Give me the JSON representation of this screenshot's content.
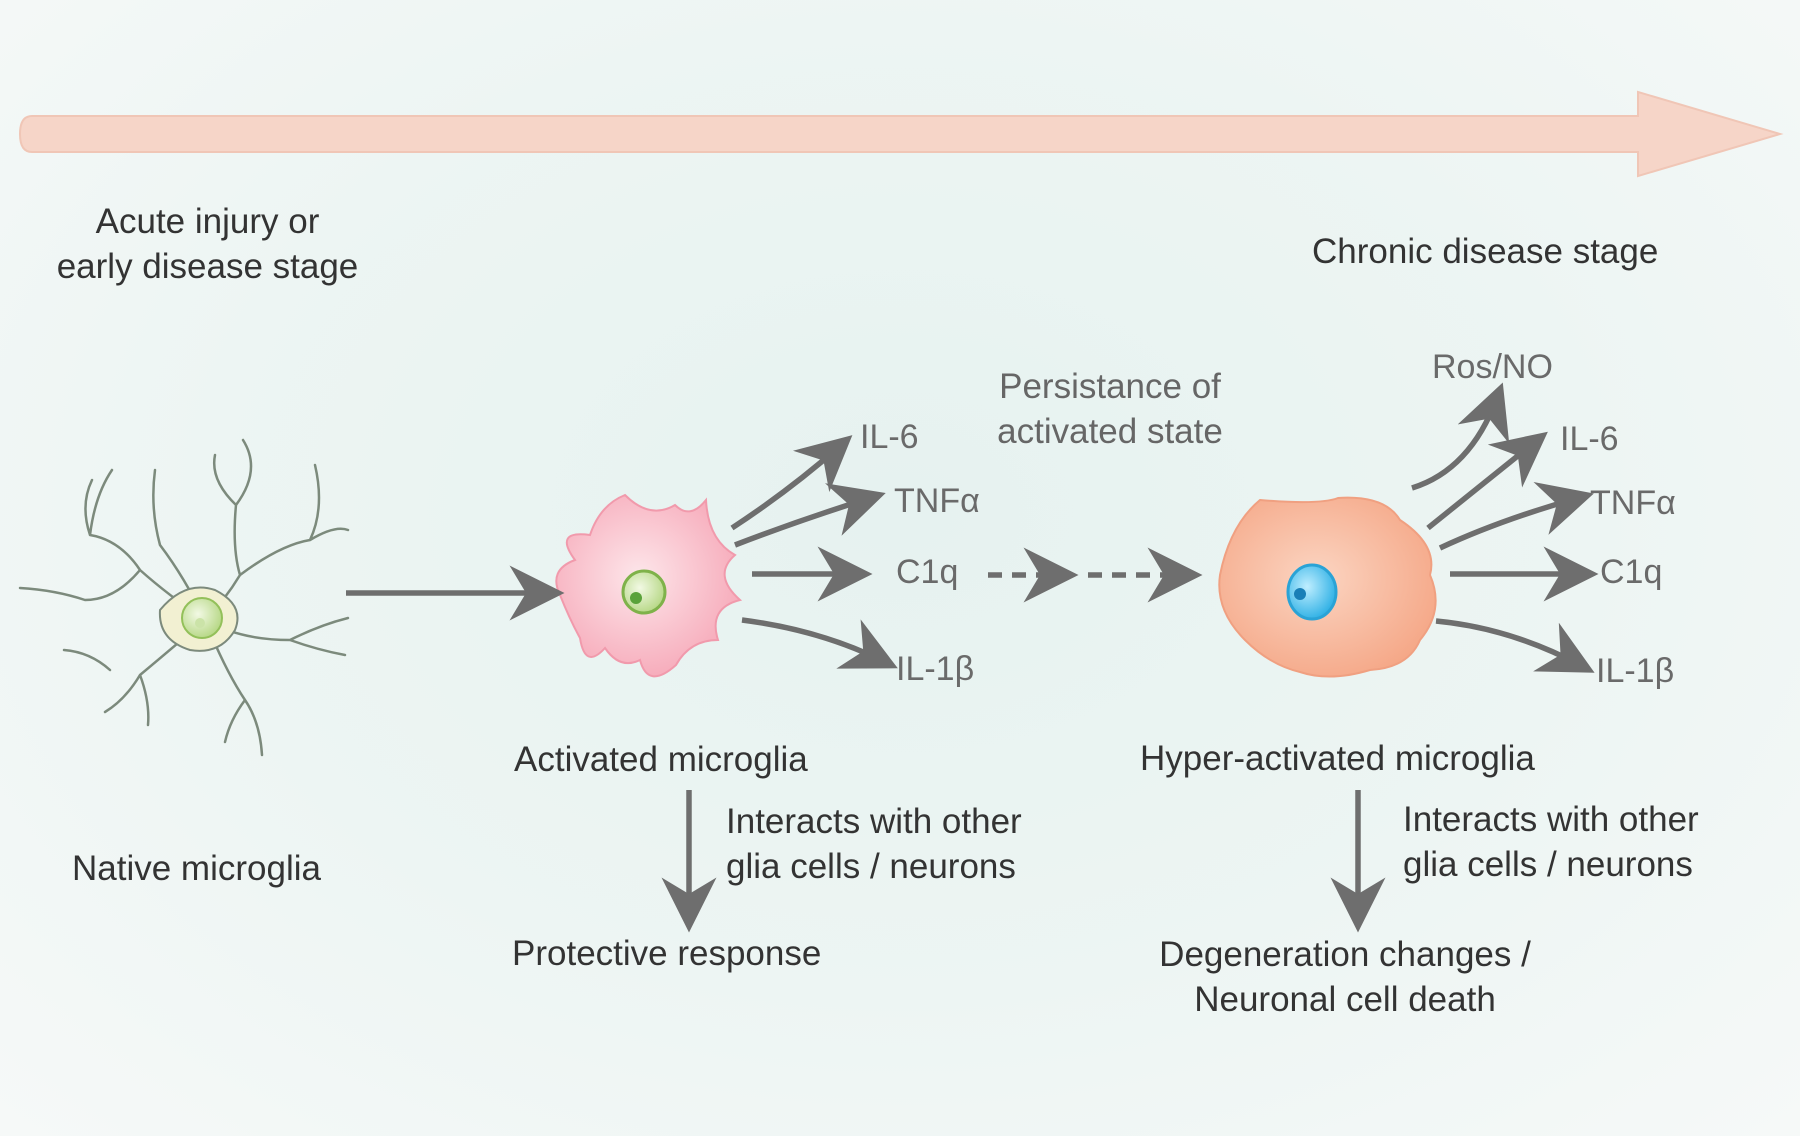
{
  "timeline": {
    "left_label_line1": "Acute injury or",
    "left_label_line2": "early disease stage",
    "right_label": "Chronic disease stage"
  },
  "native": {
    "label": "Native microglia"
  },
  "activated": {
    "label": "Activated microglia",
    "interaction_line1": "Interacts with other",
    "interaction_line2": "glia cells / neurons",
    "outcome": "Protective response",
    "cytokines": [
      "IL-6",
      "TNFα",
      "C1q",
      "IL-1β"
    ]
  },
  "persistence": {
    "line1": "Persistance of",
    "line2": "activated state"
  },
  "hyper": {
    "label": "Hyper-activated microglia",
    "interaction_line1": "Interacts with other",
    "interaction_line2": "glia cells / neurons",
    "outcome_line1": "Degeneration changes /",
    "outcome_line2": "Neuronal cell death",
    "cytokines": [
      "Ros/NO",
      "IL-6",
      "TNFα",
      "C1q",
      "IL-1β"
    ]
  },
  "colors": {
    "timeline_arrow": "#f6d5c8",
    "arrow": "#6e6e6e",
    "native_cell": "#7c8a7c",
    "native_nucleus": "#b9d98a",
    "activated_cell": "#f7b6c3",
    "hyper_cell": "#f7b79c",
    "hyper_nucleus": "#3fb7e6"
  }
}
